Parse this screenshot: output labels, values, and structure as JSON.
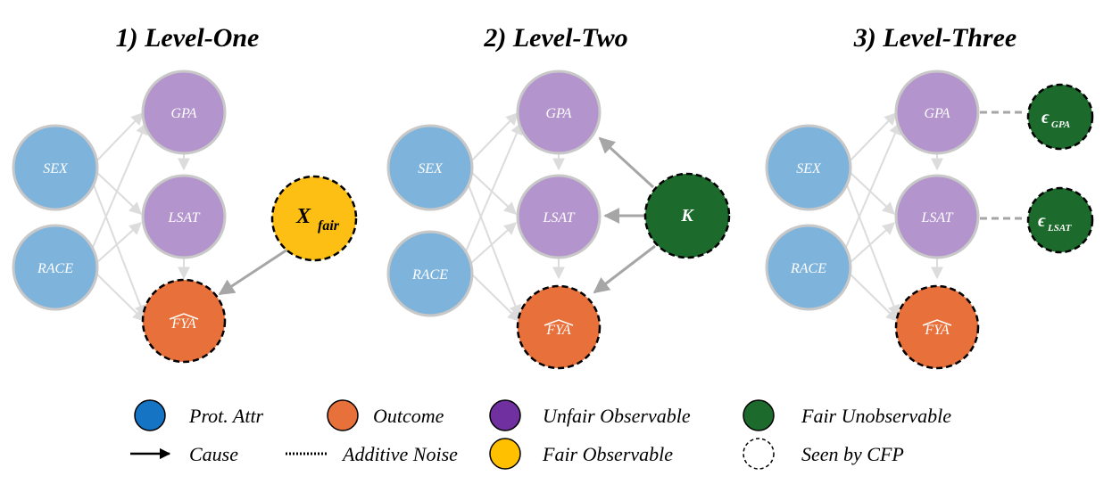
{
  "titles": {
    "panel1": "1) Level-One",
    "panel2": "2) Level-Two",
    "panel3": "3) Level-Three"
  },
  "nodes": {
    "sex": "SEX",
    "race": "RACE",
    "gpa": "GPA",
    "lsat": "LSAT",
    "fya": "FYA",
    "x_fair_main": "X",
    "x_fair_sub": "fair",
    "k": "K",
    "eps_main": "ϵ",
    "eps_gpa_sub": "GPA",
    "eps_lsat_sub": "LSAT"
  },
  "legend": {
    "prot_attr": "Prot. Attr",
    "outcome": "Outcome",
    "unfair_observable": "Unfair Observable",
    "fair_unobservable": "Fair Unobservable",
    "cause": "Cause",
    "additive_noise": "Additive Noise",
    "fair_observable": "Fair Observable",
    "seen_by_cfp": "Seen by CFP"
  },
  "colors": {
    "protected": "#7eb4dc",
    "unfair": "#b394cc",
    "outcome": "#e8703a",
    "fair_observable": "#fdbf13",
    "fair_unobservable": "#1c6b2c",
    "legend_protected": "#1575c4",
    "legend_outcome": "#e8703a",
    "legend_unfair": "#7030a0",
    "legend_fair_unobservable": "#1c6b2c",
    "legend_fair_observable": "#ffc000"
  }
}
